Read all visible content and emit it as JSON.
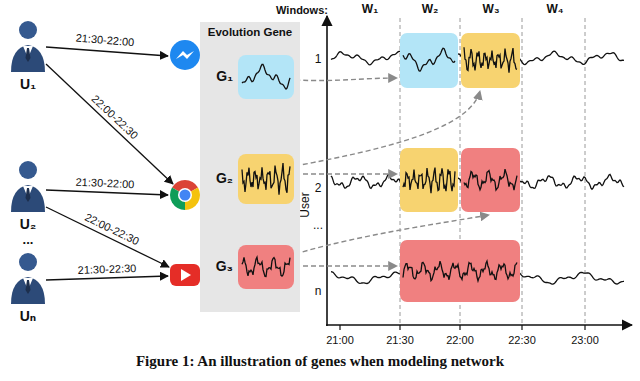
{
  "diagram": {
    "caption": "Figure 1: An illustration of genes when modeling network",
    "nodes": [
      {
        "text": [
          "Evolution Gene"
        ]
      },
      {
        "text": [
          "G₁"
        ],
        "in": 0
      },
      {
        "text": [
          "G₂"
        ],
        "in": 0
      },
      {
        "text": [
          "G₃"
        ],
        "in": 0
      }
    ],
    "labels": [
      "21:30-22:00",
      "22:00-22:30",
      "21:30-22:00",
      "22:00-22:30",
      "21:30-22:30",
      "U₁",
      "U₂",
      "...",
      "Uₙ",
      "Windows:",
      "W₁",
      "W₂",
      "W₃",
      "W₄",
      "1",
      "2",
      "...",
      "n",
      "User",
      "21:00",
      "21:30",
      "22:00",
      "22:30",
      "23:00"
    ]
  }
}
